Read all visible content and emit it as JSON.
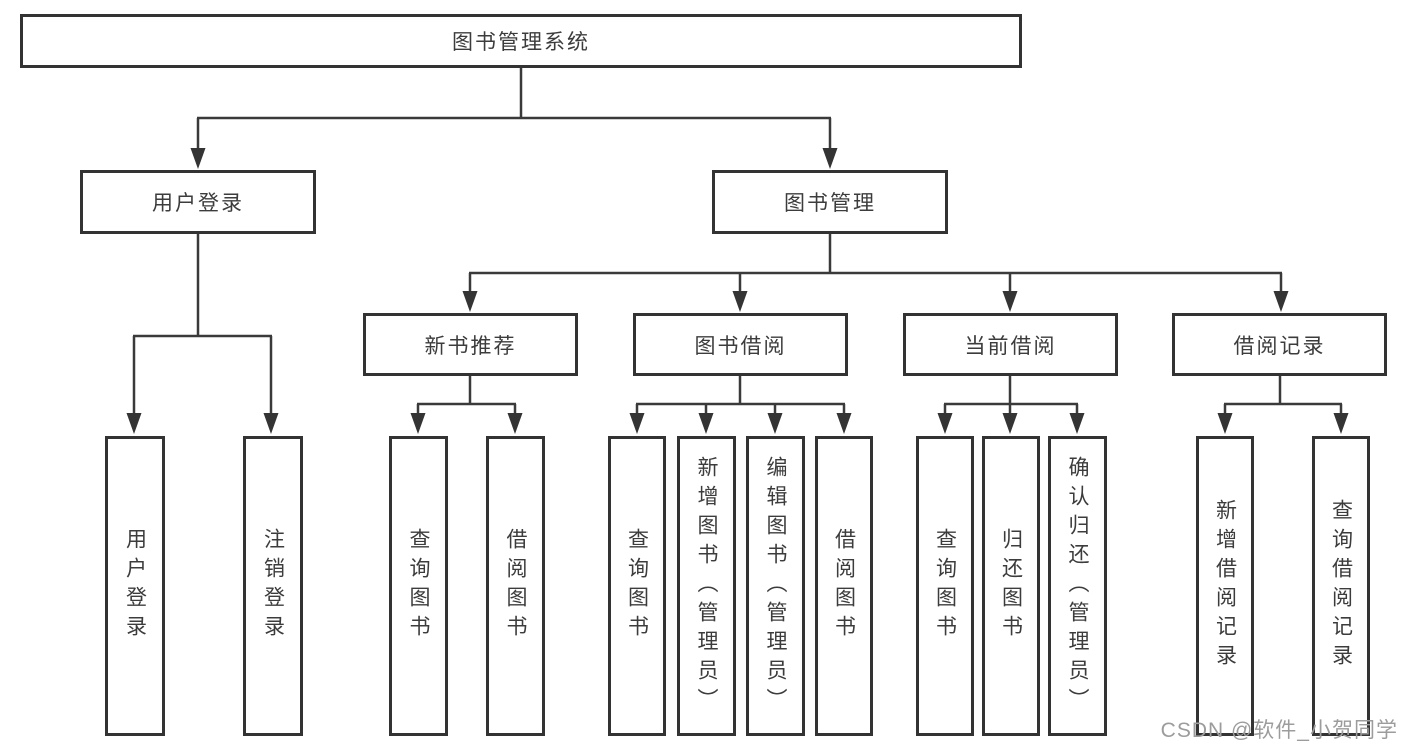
{
  "colors": {
    "background": "#ffffff",
    "line": "#3a3a3a",
    "box_border": "#333333",
    "text": "#3c3c3c",
    "watermark": "#9c9c9c"
  },
  "tree": {
    "root": {
      "label": "图书管理系统"
    },
    "branches": [
      {
        "label": "用户登录",
        "children": [
          {
            "label": "用户登录"
          },
          {
            "label": "注销登录"
          }
        ]
      },
      {
        "label": "图书管理",
        "children": [
          {
            "label": "新书推荐",
            "children": [
              {
                "label": "查询图书"
              },
              {
                "label": "借阅图书"
              }
            ]
          },
          {
            "label": "图书借阅",
            "children": [
              {
                "label": "查询图书"
              },
              {
                "label": "新增图书（管理员）"
              },
              {
                "label": "编辑图书（管理员）"
              },
              {
                "label": "借阅图书"
              }
            ]
          },
          {
            "label": "当前借阅",
            "children": [
              {
                "label": "查询图书"
              },
              {
                "label": "归还图书"
              },
              {
                "label": "确认归还（管理员）"
              }
            ]
          },
          {
            "label": "借阅记录",
            "children": [
              {
                "label": "新增借阅记录"
              },
              {
                "label": "查询借阅记录"
              }
            ]
          }
        ]
      }
    ]
  },
  "watermark": {
    "text": "CSDN @软件_小贺同学"
  }
}
